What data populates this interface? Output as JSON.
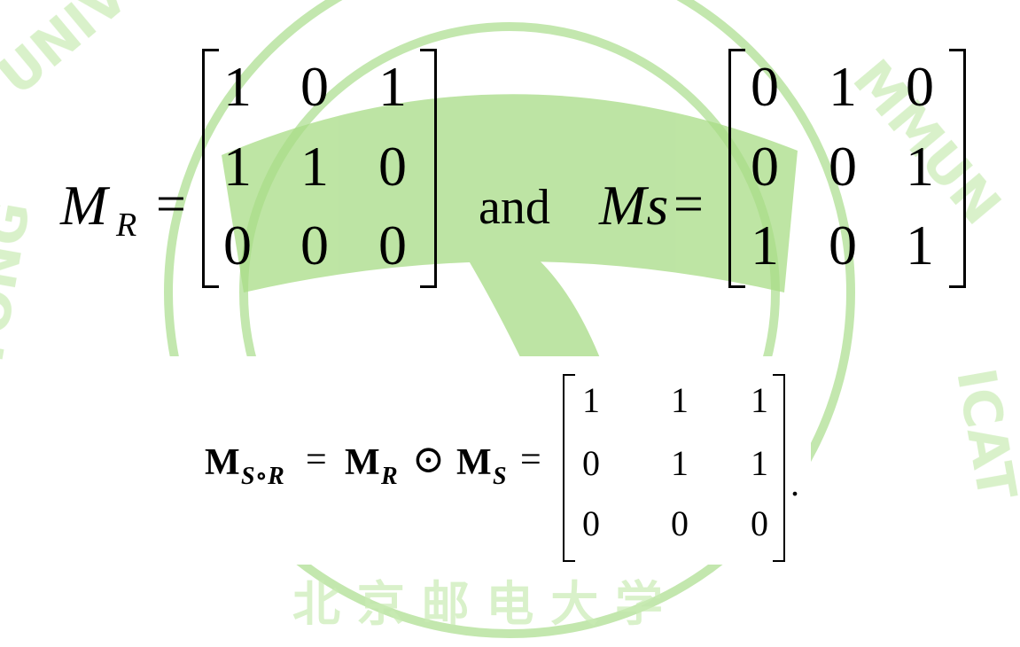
{
  "equation1": {
    "lhs_symbol": "M",
    "lhs_subscript": "R",
    "equals": "=",
    "matrix_R": [
      [
        "1",
        "0",
        "1"
      ],
      [
        "1",
        "1",
        "0"
      ],
      [
        "0",
        "0",
        "0"
      ]
    ],
    "conjunction": "and",
    "rhs_symbol": "Ms",
    "matrix_S": [
      [
        "0",
        "1",
        "0"
      ],
      [
        "0",
        "0",
        "1"
      ],
      [
        "1",
        "0",
        "1"
      ]
    ]
  },
  "equation2": {
    "symbol_M": "M",
    "subscript_composite": "S∘R",
    "equals": "=",
    "subscript_R": "R",
    "boolean_product": "⊙",
    "subscript_S": "S",
    "matrix_result": [
      [
        "1",
        "1",
        "1"
      ],
      [
        "0",
        "1",
        "1"
      ],
      [
        "0",
        "0",
        "0"
      ]
    ],
    "period": "."
  },
  "colors": {
    "watermark": "#9fd67a",
    "text": "#000000",
    "background": "#ffffff"
  }
}
